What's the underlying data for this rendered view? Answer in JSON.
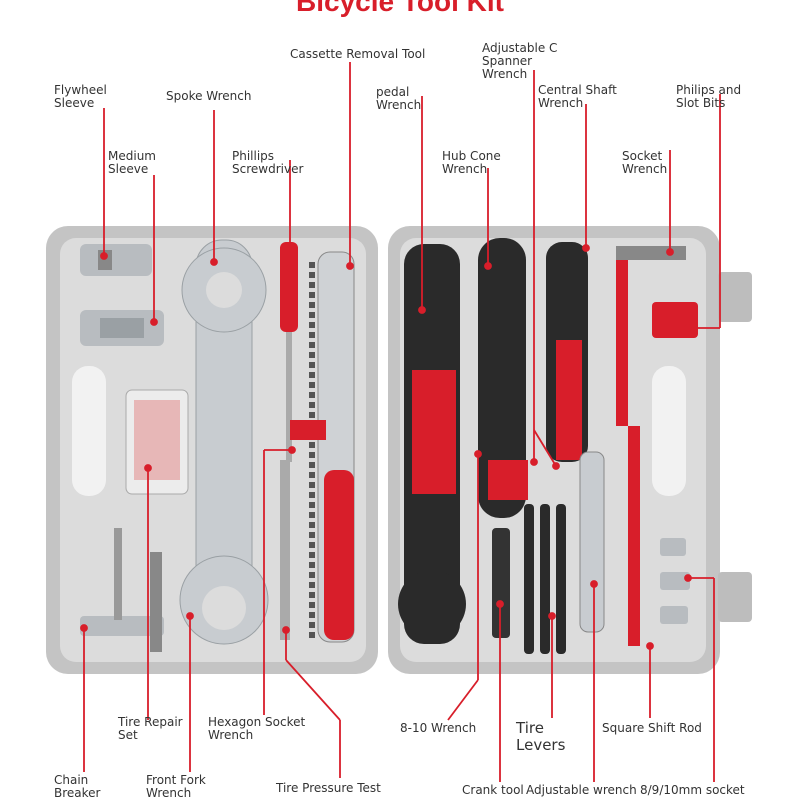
{
  "title": "Bicycle Tool Kit",
  "labels": {
    "flywheel_sleeve": "Flywheel\nSleeve",
    "spoke_wrench": "Spoke Wrench",
    "medium_sleeve": "Medium\nSleeve",
    "phillips_screwdriver": "Phillips\nScrewdriver",
    "cassette_removal_tool": "Cassette Removal Tool",
    "pedal_wrench": "pedal\nWrench",
    "adjustable_c_spanner": "Adjustable C\nSpanner\nWrench",
    "central_shaft_wrench": "Central Shaft\nWrench",
    "phillips_slot_bits": "Philips and\nSlot Bits",
    "hub_cone_wrench": "Hub Cone\nWrench",
    "socket_wrench": "Socket\nWrench",
    "tire_repair_set": "Tire Repair\nSet",
    "hexagon_socket_wrench": "Hexagon Socket\nWrench",
    "wrench_8_10": "8-10 Wrench",
    "tire_levers": "Tire\nLevers",
    "square_shift_rod": "Square Shift Rod",
    "chain_breaker": "Chain\nBreaker",
    "front_fork_wrench": "Front Fork\nWrench",
    "tire_pressure_test": "Tire Pressure  Test",
    "crank_tool": "Crank tool",
    "adjustable_wrench": "Adjustable wrench",
    "socket_8_9_10": "8/9/10mm socket"
  },
  "colors": {
    "accent_red": "#d81e2a",
    "case_grey": "#c9c9c9",
    "tray_grey": "#dcdcdc",
    "tool_black": "#2a2a2a",
    "chrome": "#c8ccd0"
  }
}
